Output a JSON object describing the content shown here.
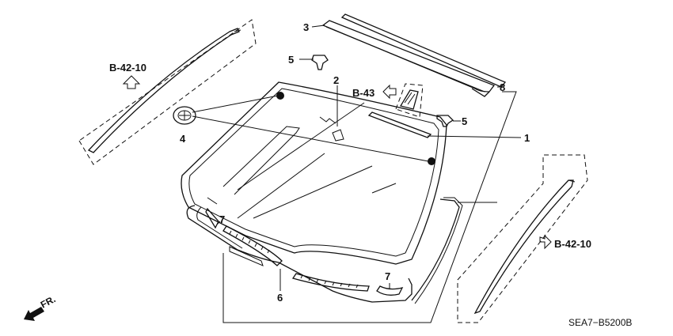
{
  "callouts": {
    "c1": "1",
    "c2": "2",
    "c3": "3",
    "c4": "4",
    "c5a": "5",
    "c5b": "5",
    "c6": "6",
    "c7a": "7",
    "c7b": "7",
    "c8": "8"
  },
  "refs": {
    "ref_left": "B-42-10",
    "ref_right": "B-42-10",
    "ref_center": "B-43"
  },
  "direction": "FR.",
  "diagram_code": "SEA7−B5200B"
}
